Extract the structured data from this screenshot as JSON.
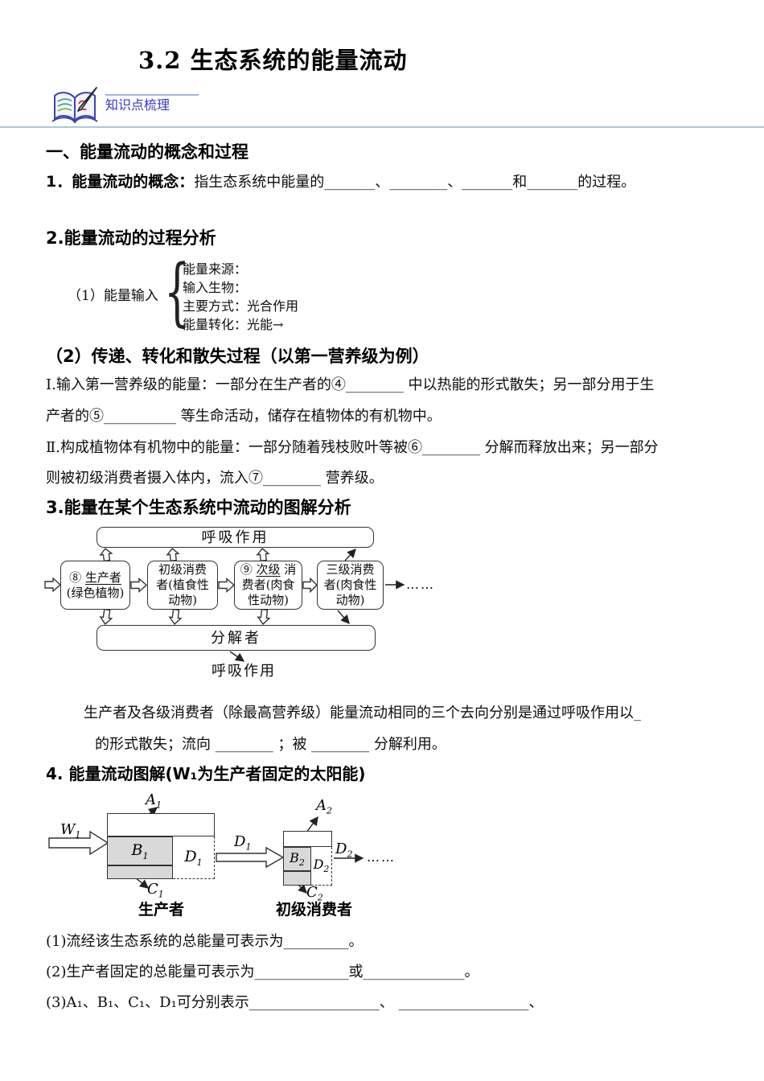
{
  "colors": {
    "accent_blue": "#3538c8",
    "divider_blue": "#aac8dc",
    "diagram_gray": "#d9d9d9",
    "border": "#333333"
  },
  "header": {
    "title": "3.2 生态系统的能量流动",
    "banner_label": "知识点梳理"
  },
  "section1": {
    "heading": "一、能量流动的概念和过程",
    "concept_bold": "1．能量流动的概念：",
    "concept_rest": "指生态系统中能量的_______、________、_______和_______的过程。"
  },
  "section2": {
    "heading": "2.能量流动的过程分析",
    "input_label": "（1）能量输入",
    "brace": "{",
    "brace_lines": [
      "能量来源：",
      "输入生物：",
      "主要方式：光合作用",
      "能量转化：光能→"
    ],
    "transfer_heading": "（2）传递、转化和散失过程（以第一营养级为例）",
    "para1_line1": "Ⅰ.输入第一营养级的能量：一部分在生产者的④________ 中以热能的形式散失；另一部分用于生",
    "para1_line2": "产者的⑤__________ 等生命活动，储存在植物体的有机物中。",
    "para2_line1": "Ⅱ.构成植物体有机物中的能量：一部分随着残枝败叶等被⑥________ 分解而释放出来；另一部分",
    "para2_line2": "则被初级消费者摄入体内，流入⑦________ 营养级。"
  },
  "section3": {
    "heading": "3.能量在某个生态系统中流动的图解分析",
    "summary_line1": "生产者及各级消费者（除最高营养级）能量流动相同的三个去向分别是通过呼吸作用以_",
    "summary_line2": "的形式散失；流向 ________ ；被 ________ 分解利用。"
  },
  "diagram1": {
    "respiration": "呼吸作用",
    "box1": {
      "num": "⑧",
      "underlined": "生产者",
      "line2": "(绿色植物)"
    },
    "box2": "初级消费\n者(植食性\n动物)",
    "box3": {
      "num": "⑨",
      "underlined": "次级",
      "suffix": " 消",
      "line2": "费者(肉食",
      "line3": "性动物)"
    },
    "box4": "三级消费\n者(肉食性\n动物)",
    "decomposer": "分解者",
    "respiration_bottom": "呼吸作用",
    "ellipsis": "……"
  },
  "section4": {
    "heading": "4. 能量流动图解(W₁为生产者固定的太阳能)"
  },
  "diagram2": {
    "w1": {
      "b": "W",
      "s": "1"
    },
    "a1": {
      "b": "A",
      "s": "1"
    },
    "b1": {
      "b": "B",
      "s": "1"
    },
    "c1": {
      "b": "C",
      "s": "1"
    },
    "d1_inner": {
      "b": "D",
      "s": "1"
    },
    "d1_outer": {
      "b": "D",
      "s": "1"
    },
    "a2": {
      "b": "A",
      "s": "2"
    },
    "b2": {
      "b": "B",
      "s": "2"
    },
    "c2": {
      "b": "C",
      "s": "2"
    },
    "d2_inner": {
      "b": "D",
      "s": "2"
    },
    "d2_outer": {
      "b": "D",
      "s": "2"
    },
    "ellipsis": "……",
    "producer_label": "生产者",
    "consumer_label": "初级消费者"
  },
  "questions": {
    "q1": "(1)流经该生态系统的总能量可表示为_________。",
    "q2": "(2)生产者固定的总能量可表示为_____________或______________。",
    "q3": "(3)A₁、B₁、C₁、D₁可分别表示__________________、 __________________、"
  }
}
